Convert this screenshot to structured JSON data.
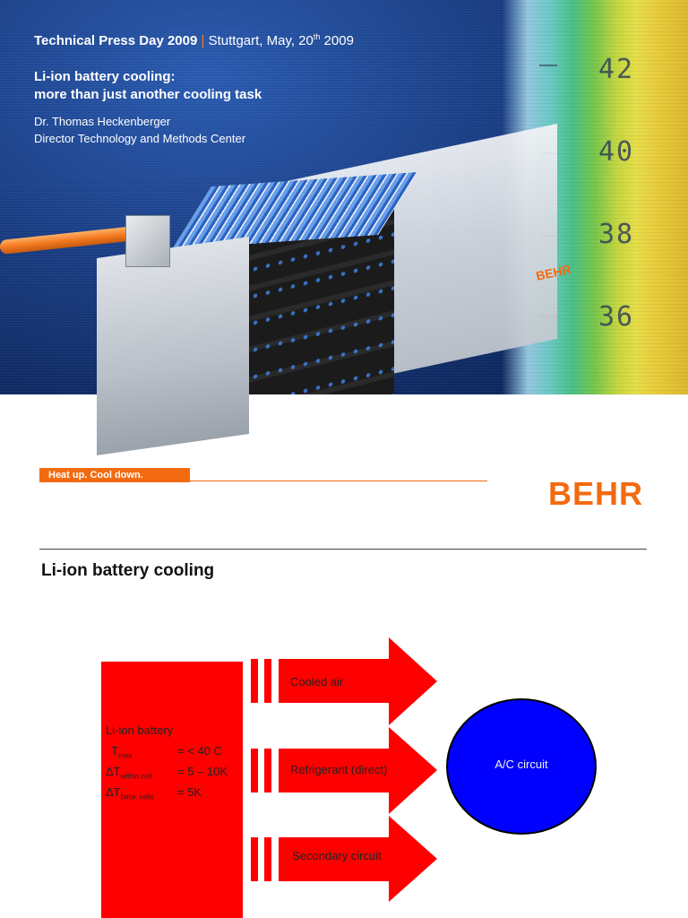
{
  "header": {
    "event": "Technical Press Day 2009",
    "separator": "|",
    "location_prefix": "Stuttgart, May, 20",
    "location_sup": "th",
    "location_suffix": " 2009",
    "title_line1": "Li-ion battery cooling:",
    "title_line2": "more than just another cooling task",
    "speaker_name": "Dr. Thomas Heckenberger",
    "speaker_role": "Director Technology and Methods Center"
  },
  "thermo_scale": [
    "42",
    "40",
    "38",
    "36"
  ],
  "module_logo": "BEHR",
  "tagline": "Heat up. Cool down.",
  "brand": {
    "logo": "BEHR",
    "accent_color": "#f26b10"
  },
  "slide": {
    "title": "Li-ion battery cooling"
  },
  "diagram": {
    "battery": {
      "label": "Li-ion battery",
      "rows": [
        {
          "symbol": "T",
          "sub": "max",
          "value": "= < 40 C"
        },
        {
          "symbol": "ΔT",
          "sub": "within cell",
          "value": "= 5 – 10K"
        },
        {
          "symbol": "ΔT",
          "sub": "betw. cells",
          "value": "= 5K"
        }
      ]
    },
    "arrows": [
      "Cooled air",
      "Refrigerant (direct)",
      "Secondary circuit"
    ],
    "target": "A/C circuit",
    "colors": {
      "box": "#ff0000",
      "circle": "#0000ff"
    }
  }
}
